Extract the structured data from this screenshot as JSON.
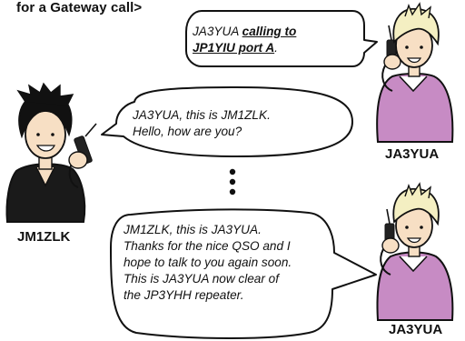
{
  "title": "for a Gateway call>",
  "bubble_1": {
    "prefix": "JA3YUA ",
    "emphasis_line1": "calling to",
    "emphasis_line2": "JP1YIU port A",
    "suffix": "."
  },
  "bubble_2": {
    "line1": "JA3YUA, this is JM1ZLK.",
    "line2": "Hello, how are you?"
  },
  "bubble_3": {
    "line1": "JM1ZLK, this is JA3YUA.",
    "line2": "Thanks for the nice QSO and I",
    "line3": "hope to talk to you again soon.",
    "line4": "This is JA3YUA now clear of",
    "line5": "the JP3YHH repeater."
  },
  "callsigns": {
    "top_right": "JA3YUA",
    "left": "JM1ZLK",
    "bottom_right": "JA3YUA"
  },
  "colors": {
    "outline": "#111111",
    "pink_shirt": "#c78bc4",
    "black_shirt": "#1a1a1a",
    "hair_light": "#f4efc2",
    "hair_dark": "#111111",
    "skin": "#f7dfc4"
  }
}
